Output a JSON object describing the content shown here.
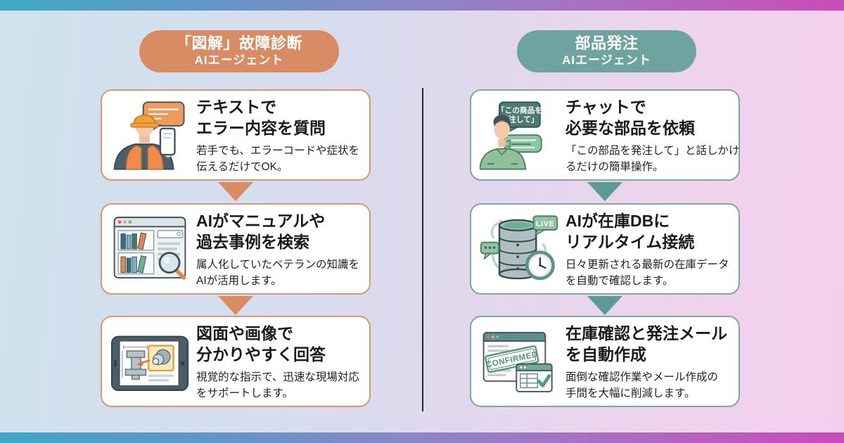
{
  "accents": {
    "diagnosis": "#d98b64",
    "ordering": "#6fa39f"
  },
  "columns": [
    {
      "id": "diagnosis",
      "header": {
        "line1": "「図解」故障診断",
        "line2": "AIエージェント"
      },
      "steps": [
        {
          "icon": "worker-phone-illustration",
          "title1": "テキストで",
          "title2": "エラー内容を質問",
          "body1": "若手でも、エラーコードや症状を",
          "body2": "伝えるだけでOK。"
        },
        {
          "icon": "manual-search-illustration",
          "title1": "AIがマニュアルや",
          "title2": "過去事例を検索",
          "body1": "属人化していたベテランの知識を",
          "body2": "AIが活用します。"
        },
        {
          "icon": "tablet-diagram-illustration",
          "title1": "図面や画像で",
          "title2": "分かりやすく回答",
          "body1": "視覚的な指示で、迅速な現場対応",
          "body2": "をサポートします。"
        }
      ]
    },
    {
      "id": "ordering",
      "header": {
        "line1": "部品発注",
        "line2": "AIエージェント"
      },
      "steps": [
        {
          "icon": "chat-request-illustration",
          "bubble1": "「この商品を",
          "bubble2": "発注して」",
          "title1": "チャットで",
          "title2": "必要な部品を依頼",
          "body1": "「この部品を発注して」と話しかけ",
          "body2": "るだけの簡単操作。"
        },
        {
          "icon": "database-live-illustration",
          "live_label": "LIVE",
          "title1": "AIが在庫DBに",
          "title2": "リアルタイム接続",
          "body1": "日々更新される最新の在庫データ",
          "body2": "を自動で確認します。"
        },
        {
          "icon": "confirmed-mail-illustration",
          "stamp_label": "CONFIRMED",
          "title1": "在庫確認と発注メール",
          "title2": "を自動作成",
          "body1": "面倒な確認作業やメール作成の",
          "body2": "手間を大幅に削減します。"
        }
      ]
    }
  ]
}
